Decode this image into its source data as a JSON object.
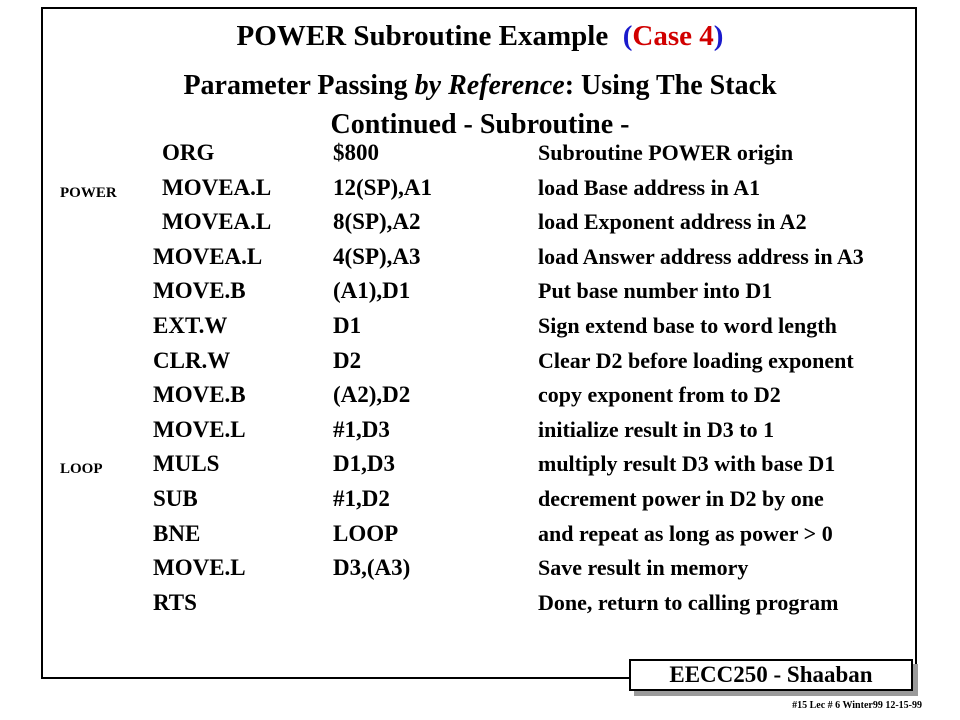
{
  "title": {
    "main": "POWER Subroutine Example",
    "case_open": "(",
    "case_label": "Case 4",
    "case_close": ")",
    "line2_a": "Parameter Passing",
    "line2_b": "by Reference",
    "line2_c": ": Using The Stack",
    "line3": "Continued -  Subroutine -"
  },
  "colors": {
    "case_label": "#d10000",
    "case_paren": "#1a1acc"
  },
  "code_rows": [
    {
      "label": "",
      "instr": "ORG",
      "operand": "$800",
      "comment": "Subroutine  POWER origin"
    },
    {
      "label": "POWER",
      "instr": "MOVEA.L",
      "operand": "12(SP),A1",
      "comment": "load Base address  in A1"
    },
    {
      "label": "",
      "instr": "MOVEA.L",
      "operand": "8(SP),A2",
      "comment": "load Exponent address  in A2"
    },
    {
      "label": "",
      "instr": "MOVEA.L",
      "operand": "4(SP),A3",
      "comment": "load Answer address address in A3"
    },
    {
      "label": "",
      "instr": "MOVE.B",
      "operand": "(A1),D1",
      "comment": "Put base number into D1"
    },
    {
      "label": "",
      "instr": "EXT.W",
      "operand": "D1",
      "comment": "Sign extend base to word length"
    },
    {
      "label": "",
      "instr": "CLR.W",
      "operand": "D2",
      "comment": "Clear D2 before loading exponent"
    },
    {
      "label": "",
      "instr": "MOVE.B",
      "operand": "(A2),D2",
      "comment": "copy exponent from to D2"
    },
    {
      "label": "",
      "instr": "MOVE.L",
      "operand": "#1,D3",
      "comment": "initialize result in D3 to 1"
    },
    {
      "label": "LOOP",
      "instr": "MULS",
      "operand": "D1,D3",
      "comment": "multiply result D3 with base D1"
    },
    {
      "label": "",
      "instr": "SUB",
      "operand": "#1,D2",
      "comment": "decrement power in D2 by one"
    },
    {
      "label": "",
      "instr": "BNE",
      "operand": "LOOP",
      "comment": "and repeat as long as power  > 0"
    },
    {
      "label": "",
      "instr": "MOVE.L",
      "operand": "D3,(A3)",
      "comment": "Save result in memory"
    },
    {
      "label": "",
      "instr": "RTS",
      "operand": "",
      "comment": "Done, return to calling program"
    }
  ],
  "badge": "EECC250 - Shaaban",
  "footer": "#15   Lec # 6  Winter99  12-15-99"
}
